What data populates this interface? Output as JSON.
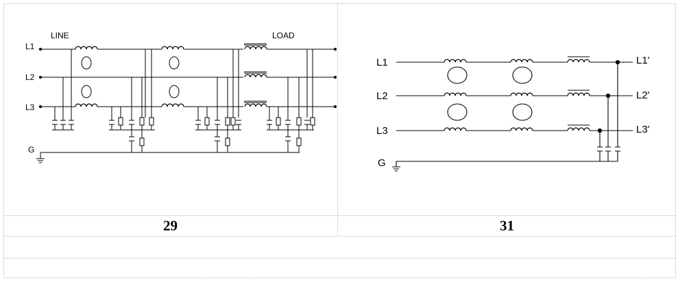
{
  "table": {
    "cells": [
      {
        "caption": "29"
      },
      {
        "caption": "31"
      }
    ]
  },
  "diagram_29": {
    "line_label": "LINE",
    "load_label": "LOAD",
    "lines": [
      "L1",
      "L2",
      "L3"
    ],
    "ground": "G"
  },
  "diagram_31": {
    "lines_in": [
      "L1",
      "L2",
      "L3"
    ],
    "lines_out": [
      "L1'",
      "L2'",
      "L3'"
    ],
    "ground": "G"
  }
}
